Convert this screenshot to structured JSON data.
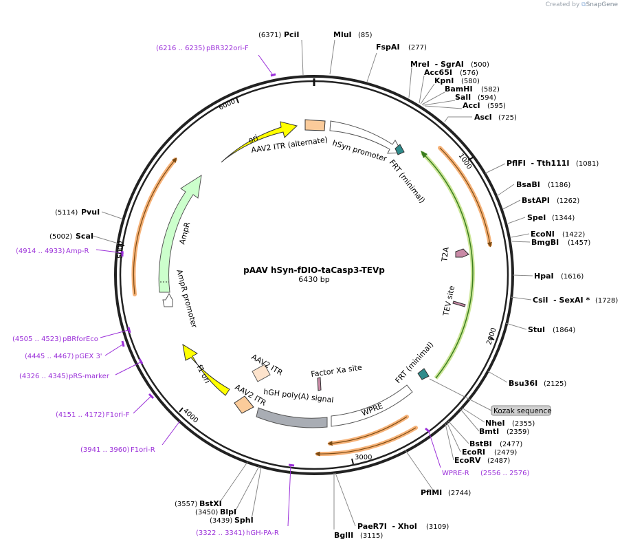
{
  "credit": {
    "prefix": "Created by",
    "brand": "SnapGene"
  },
  "map": {
    "title": "pAAV hSyn-fDIO-taCasp3-TEVp",
    "subtitle": "6430 bp",
    "total_bp": 6430,
    "ticks": [
      {
        "bp": 1000,
        "label": "1000"
      },
      {
        "bp": 2000,
        "label": "2000"
      },
      {
        "bp": 3000,
        "label": "3000"
      },
      {
        "bp": 4000,
        "label": "4000"
      },
      {
        "bp": 5000,
        "label": "5000"
      },
      {
        "bp": 6000,
        "label": "6000"
      }
    ],
    "sites": [
      {
        "name": "PciI",
        "pos": "(6371)"
      },
      {
        "name": "MluI",
        "pos": "(85)"
      },
      {
        "name": "FspAI",
        "pos": "(277)"
      },
      {
        "name": "MreI  - SgrAI",
        "pos": "(500)"
      },
      {
        "name": "Acc65I",
        "pos": "(576)"
      },
      {
        "name": "KpnI",
        "pos": "(580)"
      },
      {
        "name": "BamHI",
        "pos": "(582)"
      },
      {
        "name": "SalI",
        "pos": "(594)"
      },
      {
        "name": "AccI",
        "pos": "(595)"
      },
      {
        "name": "AscI",
        "pos": "(725)"
      },
      {
        "name": "PflFI  - Tth111I",
        "pos": "(1081)"
      },
      {
        "name": "BsaBI",
        "pos": "(1186)"
      },
      {
        "name": "BstAPI",
        "pos": "(1262)"
      },
      {
        "name": "SpeI",
        "pos": "(1344)"
      },
      {
        "name": "EcoNI",
        "pos": "(1422)"
      },
      {
        "name": "BmgBI",
        "pos": "(1457)"
      },
      {
        "name": "HpaI",
        "pos": "(1616)"
      },
      {
        "name": "CsiI  - SexAI *",
        "pos": "(1728)"
      },
      {
        "name": "StuI",
        "pos": "(1864)"
      },
      {
        "name": "Bsu36I",
        "pos": "(2125)"
      },
      {
        "name": "NheI",
        "pos": "(2355)"
      },
      {
        "name": "BmtI",
        "pos": "(2359)"
      },
      {
        "name": "BstBI",
        "pos": "(2477)"
      },
      {
        "name": "EcoRI",
        "pos": "(2479)"
      },
      {
        "name": "EcoRV",
        "pos": "(2487)"
      },
      {
        "name": "PflMI",
        "pos": "(2744)"
      },
      {
        "name": "PaeR7I  - XhoI",
        "pos": "(3109)"
      },
      {
        "name": "BglII",
        "pos": "(3115)"
      },
      {
        "name": "SphI",
        "pos": "(3439)"
      },
      {
        "name": "BlpI",
        "pos": "(3450)"
      },
      {
        "name": "BstXI",
        "pos": "(3557)"
      },
      {
        "name": "ScaI",
        "pos": "(5002)"
      },
      {
        "name": "PvuI",
        "pos": "(5114)"
      }
    ],
    "primers": [
      {
        "name": "pBR322ori-F",
        "range": "(6216 .. 6235)"
      },
      {
        "name": "Amp-R",
        "range": "(4914 .. 4933)"
      },
      {
        "name": "pBRforEco",
        "range": "(4505 .. 4523)"
      },
      {
        "name": "pGEX 3'",
        "range": "(4445 .. 4467)"
      },
      {
        "name": "pRS-marker",
        "range": "(4326 .. 4345)"
      },
      {
        "name": "F1ori-F",
        "range": "(4151 .. 4172)"
      },
      {
        "name": "F1ori-R",
        "range": "(3941 .. 3960)"
      },
      {
        "name": "hGH-PA-R",
        "range": "(3322 .. 3341)"
      },
      {
        "name": "WPRE-R",
        "range": "(2556 .. 2576)"
      }
    ],
    "features": [
      {
        "name": "ori",
        "color": "#ffff00"
      },
      {
        "name": "AAV2 ITR (alternate)",
        "color": "#fbcb9a"
      },
      {
        "name": "hSyn promoter",
        "color": "#ffffff"
      },
      {
        "name": "FRT (minimal)",
        "color": "#2e8b8b"
      },
      {
        "name": "T2A",
        "color": "#c98aa6"
      },
      {
        "name": "TEV site",
        "color": "#c98aa6"
      },
      {
        "name": "FRT (minimal)",
        "color": "#2e8b8b"
      },
      {
        "name": "Kozak sequence",
        "color": "#d0d0d0"
      },
      {
        "name": "WPRE",
        "color": "#ffffff"
      },
      {
        "name": "Factor Xa site",
        "color": "#c98aa6"
      },
      {
        "name": "hGH poly(A) signal",
        "color": "#a9adb4"
      },
      {
        "name": "AAV2 ITR",
        "color": "#fbcb9a"
      },
      {
        "name": "AAV2 ITR",
        "color": "#fde3cc"
      },
      {
        "name": "f1 ori",
        "color": "#ffff00"
      },
      {
        "name": "AmpR promoter",
        "color": "#ffffff"
      },
      {
        "name": "AmpR",
        "color": "#ccffcc"
      }
    ],
    "colors": {
      "primer": "#9b30d9",
      "orf": "#f4a460",
      "insert": "#9acd32"
    }
  }
}
